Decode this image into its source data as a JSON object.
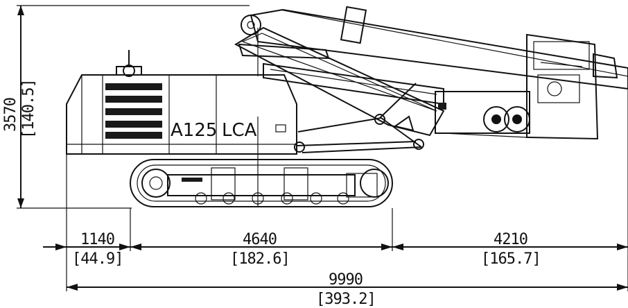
{
  "machine": {
    "model_text": "A125",
    "model_suffix": "LCA"
  },
  "dimensions": {
    "height": {
      "mm": "3570",
      "inch": "[140.5]"
    },
    "rear_overhang": {
      "mm": "1140",
      "inch": "[44.9]"
    },
    "track_length": {
      "mm": "4640",
      "inch": "[182.6]"
    },
    "front_overhang": {
      "mm": "4210",
      "inch": "[165.7]"
    },
    "overall_length": {
      "mm": "9990",
      "inch": "[393.2]"
    }
  }
}
